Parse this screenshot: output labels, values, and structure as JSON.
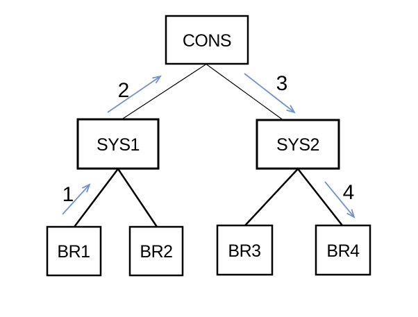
{
  "diagram": {
    "type": "tree",
    "nodes": {
      "cons": "CONS",
      "sys1": "SYS1",
      "sys2": "SYS2",
      "br1": "BR1",
      "br2": "BR2",
      "br3": "BR3",
      "br4": "BR4"
    },
    "edges": [
      {
        "from": "CONS",
        "to": "SYS1"
      },
      {
        "from": "CONS",
        "to": "SYS2"
      },
      {
        "from": "SYS1",
        "to": "BR1"
      },
      {
        "from": "SYS1",
        "to": "BR2"
      },
      {
        "from": "SYS2",
        "to": "BR3"
      },
      {
        "from": "SYS2",
        "to": "BR4"
      }
    ],
    "steps": {
      "s1": {
        "label": "1",
        "from": "BR1",
        "to": "SYS1",
        "direction": "up"
      },
      "s2": {
        "label": "2",
        "from": "SYS1",
        "to": "CONS",
        "direction": "up"
      },
      "s3": {
        "label": "3",
        "from": "CONS",
        "to": "SYS2",
        "direction": "down"
      },
      "s4": {
        "label": "4",
        "from": "SYS2",
        "to": "BR4",
        "direction": "down"
      }
    },
    "colors": {
      "arrow": "#6e93cf",
      "line": "#000000",
      "box_border": "#000000",
      "box_fill": "#ffffff",
      "text": "#000000",
      "background": "#ffffff"
    }
  }
}
